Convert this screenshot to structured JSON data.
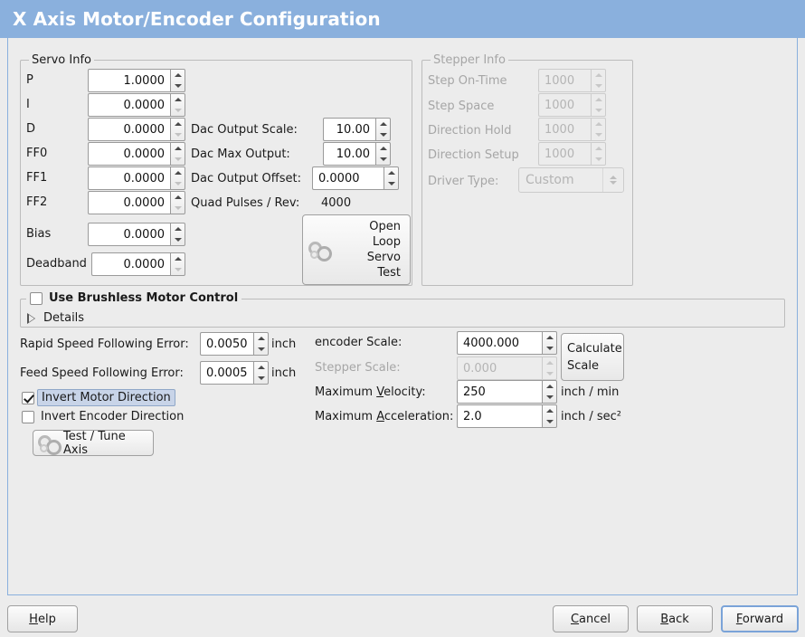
{
  "window": {
    "title": "X Axis Motor/Encoder Configuration",
    "accent_color": "#8ab0dd",
    "background_color": "#ececec",
    "focus_highlight_color": "#c8d4e8"
  },
  "servo_info": {
    "group_title": "Servo Info",
    "fields": [
      {
        "label": "P",
        "value": "1.0000"
      },
      {
        "label": "I",
        "value": "0.0000"
      },
      {
        "label": "D",
        "value": "0.0000"
      },
      {
        "label": "FF0",
        "value": "0.0000"
      },
      {
        "label": "FF1",
        "value": "0.0000"
      },
      {
        "label": "FF2",
        "value": "0.0000"
      },
      {
        "label": "Bias",
        "value": "0.0000"
      },
      {
        "label": "Deadband",
        "value": "0.0000"
      }
    ],
    "dac": [
      {
        "label": "Dac Output Scale:",
        "value": "10.00"
      },
      {
        "label": "Dac Max Output:",
        "value": "10.00"
      },
      {
        "label": "Dac Output Offset:",
        "value": "0.0000"
      }
    ],
    "quad_pulses_label": "Quad Pulses / Rev:",
    "quad_pulses_value": "4000",
    "open_loop_button": {
      "line1": "Open",
      "line2": "Loop",
      "line3": "Servo",
      "line4": "Test",
      "icon": "gears-icon"
    }
  },
  "stepper_info": {
    "group_title": "Stepper Info",
    "disabled": true,
    "fields": [
      {
        "label": "Step On-Time",
        "value": "1000"
      },
      {
        "label": "Step Space",
        "value": "1000"
      },
      {
        "label": "Direction Hold",
        "value": "1000"
      },
      {
        "label": "Direction Setup",
        "value": "1000"
      }
    ],
    "driver_type_label": "Driver Type:",
    "driver_type_value": "Custom"
  },
  "brushless": {
    "checkbox_label": "Use Brushless Motor Control",
    "checked": false,
    "details_label": "Details",
    "details_expanded": false
  },
  "tuning": {
    "rapid_label": "Rapid Speed Following Error:",
    "rapid_value": "0.0050",
    "rapid_unit": "inch",
    "feed_label": "Feed Speed Following Error:",
    "feed_value": "0.0005",
    "feed_unit": "inch",
    "invert_motor_label": "Invert Motor Direction",
    "invert_motor_checked": true,
    "invert_encoder_label": "Invert Encoder Direction",
    "invert_encoder_checked": false,
    "test_tune_label": "Test / Tune Axis",
    "test_tune_icon": "gears-icon"
  },
  "scales": {
    "encoder_scale_label": "encoder Scale:",
    "encoder_scale_value": "4000.000",
    "stepper_scale_label": "Stepper Scale:",
    "stepper_scale_value": "0.000",
    "stepper_scale_disabled": true,
    "calculate_line1": "Calculate",
    "calculate_line2": "Scale",
    "max_velocity_label_a": "Maximum ",
    "max_velocity_label_mn": "V",
    "max_velocity_label_b": "elocity:",
    "max_velocity_value": "250",
    "max_velocity_unit": "inch / min",
    "max_accel_label_a": "Maximum ",
    "max_accel_label_mn": "A",
    "max_accel_label_b": "cceleration:",
    "max_accel_value": "2.0",
    "max_accel_unit": "inch / sec²"
  },
  "footer": {
    "help_mn": "H",
    "help_rest": "elp",
    "cancel_mn": "C",
    "cancel_rest": "ancel",
    "back_mn": "B",
    "back_rest": "ack",
    "forward_mn": "F",
    "forward_rest": "orward"
  }
}
